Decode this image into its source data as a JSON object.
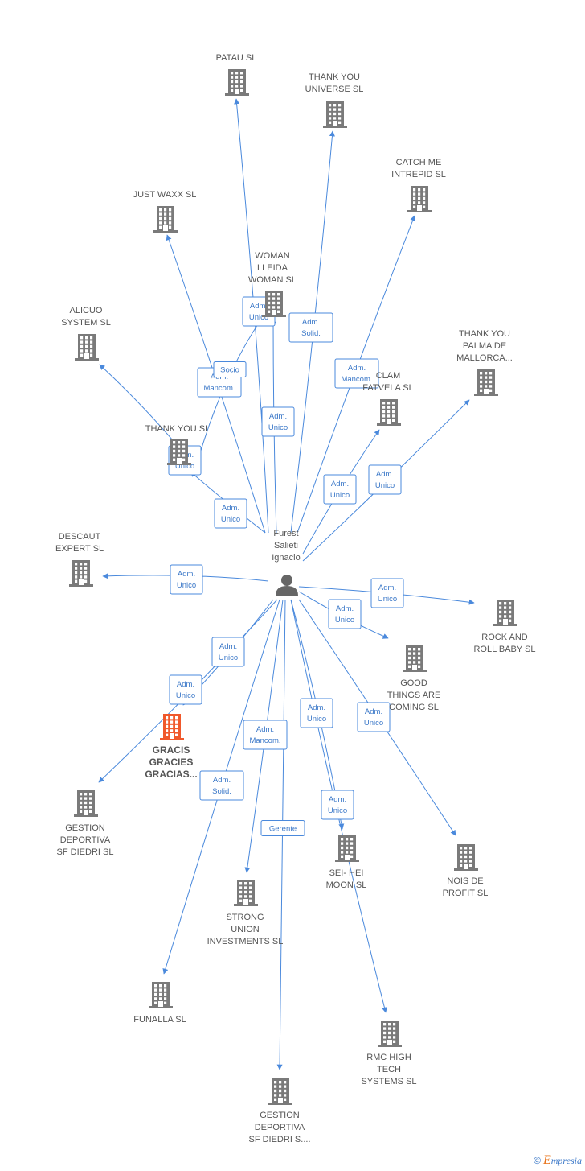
{
  "colors": {
    "edge": "#4a89dc",
    "building": "#7a7a7a",
    "highlight": "#f0582b",
    "person": "#666666",
    "text": "#555555"
  },
  "center": {
    "name": "center-person",
    "label": [
      "Furest",
      "Salieti",
      "Ignacio"
    ],
    "icon": "person-icon"
  },
  "nodes": [
    {
      "name": "patau-sl",
      "label": [
        "PATAU SL"
      ]
    },
    {
      "name": "thank-you-universe-sl",
      "label": [
        "THANK YOU",
        "UNIVERSE  SL"
      ]
    },
    {
      "name": "catch-me-intrepid-sl",
      "label": [
        "CATCH ME",
        "INTREPID  SL"
      ]
    },
    {
      "name": "just-waxx-sl",
      "label": [
        "JUST WAXX SL"
      ]
    },
    {
      "name": "woman-lleida-woman-sl",
      "label": [
        "WOMAN",
        "LLEIDA",
        "WOMAN SL"
      ]
    },
    {
      "name": "alicuo-system-sl",
      "label": [
        "ALICUO",
        "SYSTEM SL"
      ]
    },
    {
      "name": "thank-you-palma-de-mallorca",
      "label": [
        "THANK YOU",
        "PALMA DE",
        "MALLORCA..."
      ]
    },
    {
      "name": "clam-fatvela-sl",
      "label": [
        "CLAM",
        "FATVELA  SL"
      ]
    },
    {
      "name": "thank-you-sl",
      "label": [
        "THANK YOU  SL"
      ]
    },
    {
      "name": "descaut-expert-sl",
      "label": [
        "DESCAUT",
        "EXPERT SL"
      ]
    },
    {
      "name": "rock-and-roll-baby-sl",
      "label": [
        "ROCK AND",
        "ROLL BABY  SL"
      ]
    },
    {
      "name": "good-things-are-coming-sl",
      "label": [
        "GOOD",
        "THINGS ARE",
        "COMING  SL"
      ]
    },
    {
      "name": "gracis-gracies-gracias",
      "label": [
        "GRACIS",
        "GRACIES",
        "GRACIAS..."
      ],
      "highlight": true
    },
    {
      "name": "gestion-deportiva-sf-diedri-sl",
      "label": [
        "GESTION",
        "DEPORTIVA",
        "SF DIEDRI  SL"
      ]
    },
    {
      "name": "sei-hei-moon-sl",
      "label": [
        "SEI- HEI",
        "MOON  SL"
      ]
    },
    {
      "name": "nois-de-profit-sl",
      "label": [
        "NOIS DE",
        "PROFIT  SL"
      ]
    },
    {
      "name": "strong-union-investments-sl",
      "label": [
        "STRONG",
        "UNION",
        "INVESTMENTS SL"
      ]
    },
    {
      "name": "funalla-sl",
      "label": [
        "FUNALLA  SL"
      ]
    },
    {
      "name": "rmc-high-tech-systems-sl",
      "label": [
        "RMC HIGH",
        "TECH",
        "SYSTEMS  SL"
      ]
    },
    {
      "name": "gestion-deportiva-sf-diedri-s",
      "label": [
        "GESTION",
        "DEPORTIVA",
        "SF DIEDRI S...."
      ]
    }
  ],
  "edges": [
    {
      "target": "patau-sl",
      "label": [
        "Adm.",
        "Unico"
      ]
    },
    {
      "target": "thank-you-universe-sl",
      "label": [
        "Adm.",
        "Solid."
      ]
    },
    {
      "target": "catch-me-intrepid-sl",
      "label": [
        "Adm.",
        "Mancom."
      ]
    },
    {
      "target": "just-waxx-sl",
      "label": [
        "Adm.",
        "Mancom."
      ]
    },
    {
      "target": "woman-lleida-woman-sl",
      "label": [
        "Adm.",
        "Unico"
      ]
    },
    {
      "target": "woman-lleida-woman-sl",
      "label": [
        "Socio"
      ]
    },
    {
      "target": "alicuo-system-sl",
      "label": [
        "Adm.",
        "Unico"
      ]
    },
    {
      "target": "thank-you-palma-de-mallorca",
      "label": [
        "Adm.",
        "Unico"
      ]
    },
    {
      "target": "clam-fatvela-sl",
      "label": [
        "Adm.",
        "Unico"
      ]
    },
    {
      "target": "thank-you-sl",
      "label": [
        "Adm.",
        "Unico"
      ]
    },
    {
      "target": "descaut-expert-sl",
      "label": [
        "Adm.",
        "Unico"
      ]
    },
    {
      "target": "rock-and-roll-baby-sl",
      "label": [
        "Adm.",
        "Unico"
      ]
    },
    {
      "target": "good-things-are-coming-sl",
      "label": [
        "Adm.",
        "Unico"
      ]
    },
    {
      "target": "gracis-gracies-gracias",
      "label": [
        "Adm.",
        "Unico"
      ]
    },
    {
      "target": "gestion-deportiva-sf-diedri-sl",
      "label": [
        "Adm.",
        "Unico"
      ]
    },
    {
      "target": "sei-hei-moon-sl",
      "label": [
        "Adm.",
        "Unico"
      ]
    },
    {
      "target": "nois-de-profit-sl",
      "label": [
        "Adm.",
        "Unico"
      ]
    },
    {
      "target": "strong-union-investments-sl",
      "label": [
        "Adm.",
        "Mancom."
      ]
    },
    {
      "target": "funalla-sl",
      "label": [
        "Adm.",
        "Solid."
      ]
    },
    {
      "target": "rmc-high-tech-systems-sl",
      "label": [
        "Adm.",
        "Unico"
      ]
    },
    {
      "target": "gestion-deportiva-sf-diedri-s",
      "label": [
        "Gerente"
      ]
    }
  ],
  "brand": {
    "copyright": "©",
    "initial": "E",
    "rest": "mpresia"
  }
}
